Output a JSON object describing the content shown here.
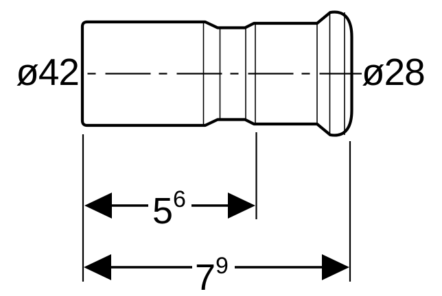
{
  "drawing": {
    "kind": "pipe-fitting-reducer-dimension-drawing",
    "labels": {
      "left_diameter": "ø42",
      "right_diameter": "ø28",
      "socket_length": {
        "value": "5",
        "sup": "6"
      },
      "overall_length": {
        "value": "7",
        "sup": "9"
      }
    },
    "colors": {
      "line": "#000000",
      "background": "#ffffff"
    }
  }
}
